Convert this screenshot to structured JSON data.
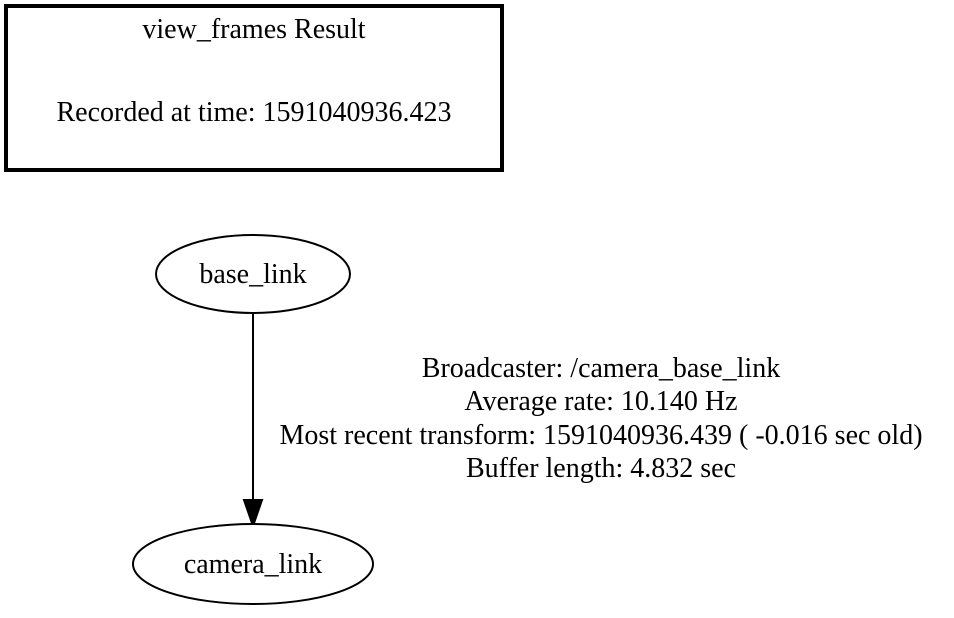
{
  "result_box": {
    "title": "view_frames Result",
    "recorded": "Recorded at time: 1591040936.423"
  },
  "nodes": {
    "parent": "base_link",
    "child": "camera_link"
  },
  "edge": {
    "broadcaster": "Broadcaster: /camera_base_link",
    "rate": "Average rate: 10.140 Hz",
    "recent": "Most recent transform: 1591040936.439 ( -0.016 sec old)",
    "buffer": "Buffer length: 4.832 sec"
  },
  "colors": {
    "stroke": "#000000",
    "background": "#ffffff",
    "text": "#000000"
  }
}
